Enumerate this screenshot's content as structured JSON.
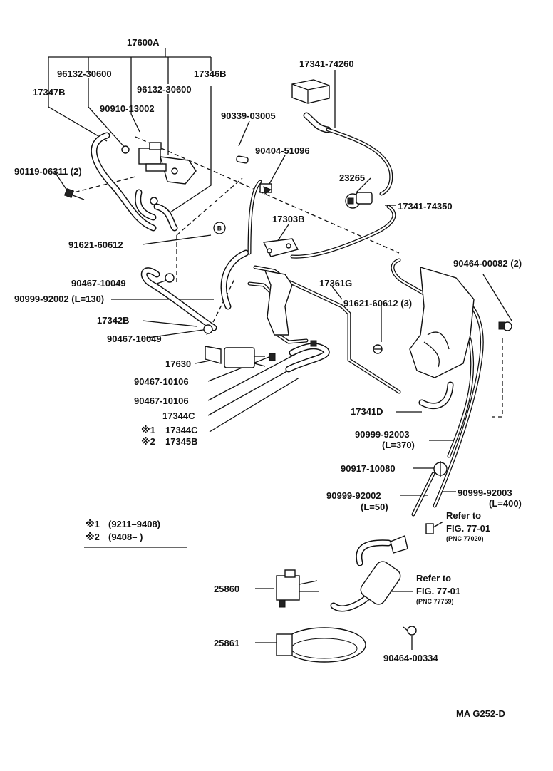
{
  "labels": {
    "assy": "17600A",
    "c96132a": "96132-30600",
    "c96132b": "96132-30600",
    "p17346b": "17346B",
    "p17347b": "17347B",
    "p90910": "90910-13002",
    "p90119": "90119-06311 (2)",
    "p90339": "90339-03005",
    "p90404": "90404-51096",
    "p17341_74260": "17341-74260",
    "p23265": "23265",
    "p17341_74350": "17341-74350",
    "p91621a": "91621-60612",
    "p17303b": "17303B",
    "p90464_82": "90464-00082 (2)",
    "p90467_a": "90467-10049",
    "p17361g": "17361G",
    "p90999_130": "90999-92002 (L=130)",
    "p91621b": "91621-60612 (3)",
    "p17342b": "17342B",
    "p90467_b": "90467-10049",
    "p17630": "17630",
    "p90467_c": "90467-10106",
    "p90467_d": "90467-10106",
    "p17344c": "17344C",
    "p17341d": "17341D",
    "mark1_part": "17344C",
    "mark2_part": "17345B",
    "p90999_370": "90999-92003",
    "p90999_370_l": "(L=370)",
    "p90917": "90917-10080",
    "p90999_50": "90999-92002",
    "p90999_50_l": "(L=50)",
    "p90999_400": "90999-92003",
    "p90999_400_l": "(L=400)",
    "refer1_a": "Refer to",
    "refer1_b": "FIG. 77-01",
    "refer1_c": "(PNC 77020)",
    "refer2_a": "Refer to",
    "refer2_b": "FIG. 77-01",
    "refer2_c": "(PNC 77759)",
    "p25860": "25860",
    "p25861": "25861",
    "p90464_334": "90464-00334",
    "circle_b": "B",
    "code": "MA  G252-D"
  },
  "legend": {
    "mark1": "※1",
    "mark2": "※2",
    "range1": "(9211–9408)",
    "range2": "(9408–       )"
  }
}
